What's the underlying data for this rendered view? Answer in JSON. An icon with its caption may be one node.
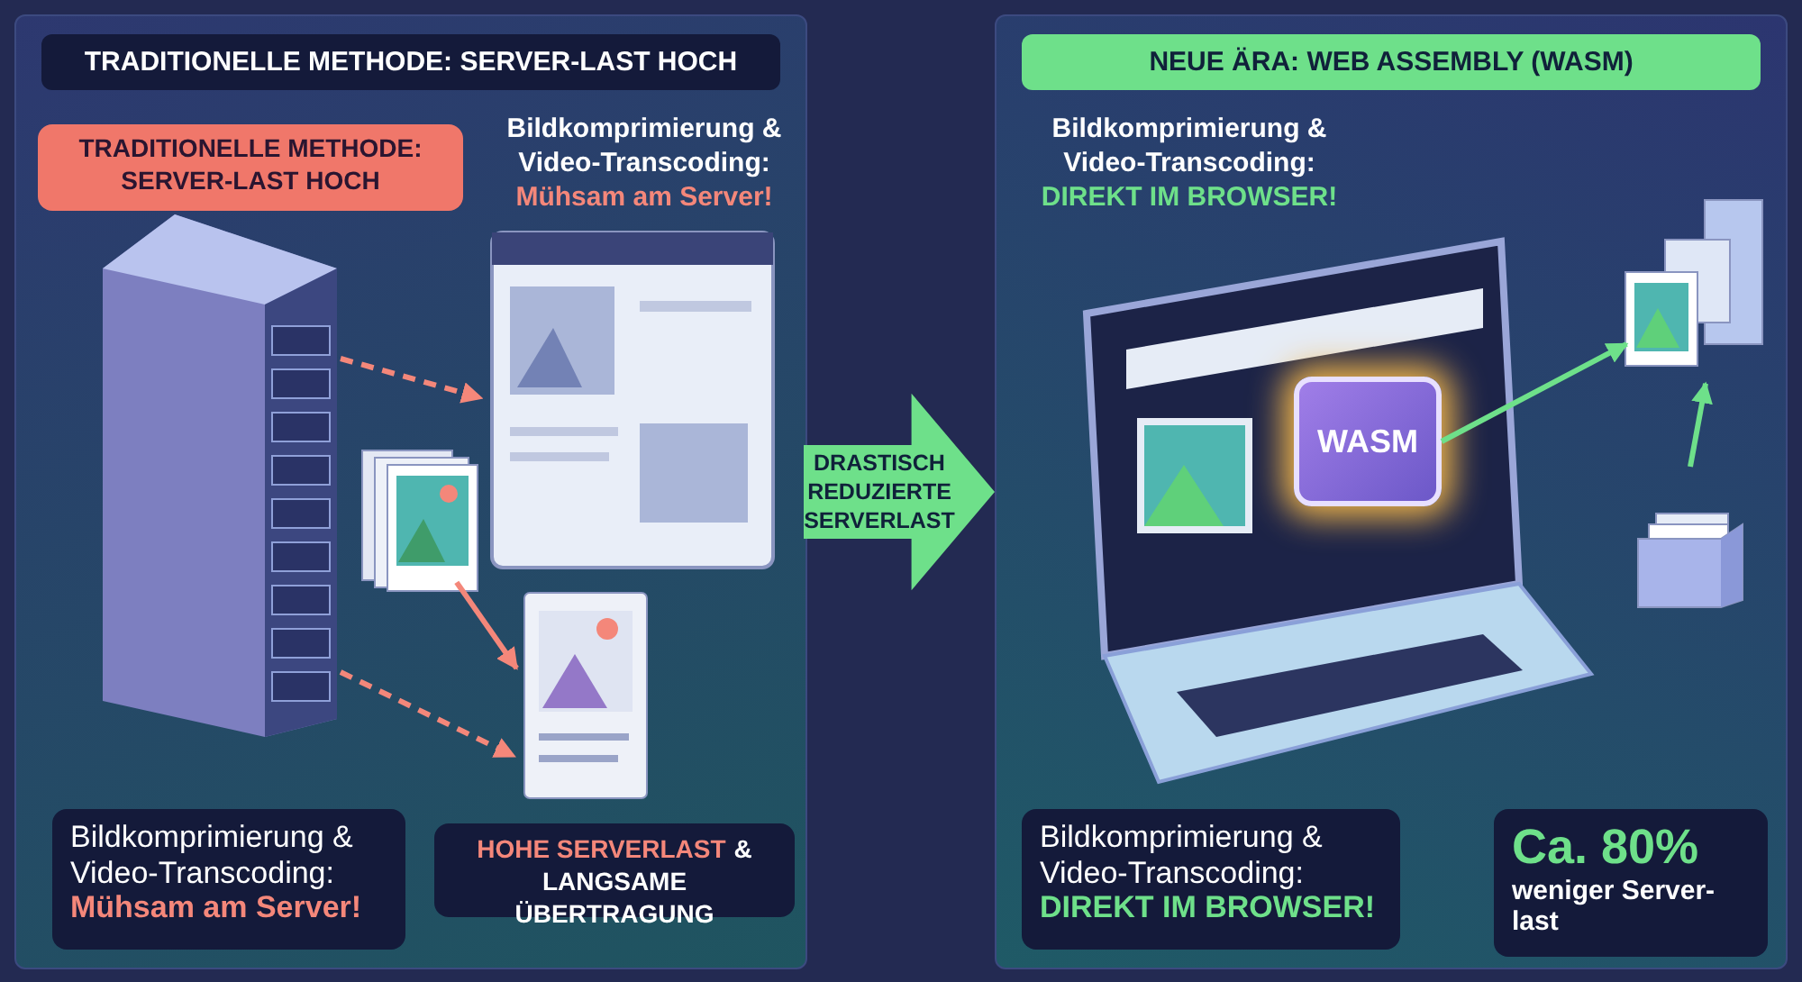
{
  "diagram": {
    "nodes": [
      {
        "text": [
          "TRADITIONELLE METHODE: SERVER-LAST HOCH"
        ]
      },
      {
        "text": [
          "TRADITIONELLE METHODE: SERVER-LAST HOCH"
        ],
        "in": 0
      },
      {
        "text": [],
        "shape": "picture",
        "in": 0
      },
      {
        "text": [],
        "shape": "picture",
        "in": 0
      },
      {
        "text": [],
        "shape": "picture",
        "in": 0
      },
      {
        "text": [],
        "shape": "picture",
        "in": 0
      },
      {
        "text": [
          "Bildkomprimierung & Video-Transcoding:",
          "Mühsam am Server!"
        ],
        "in": 0
      },
      {
        "text": [
          "HOHE SERVERLAST",
          "& LANGSAME ÜBERTRAGUNG"
        ],
        "in": 0
      },
      {
        "text": [
          "NEUE ÄRA: WEB ASSEMBLY (WASM)"
        ]
      },
      {
        "text": [],
        "shape": "picture",
        "in": 8
      },
      {
        "text": [
          "WASM"
        ],
        "in": 9
      },
      {
        "text": [],
        "shape": "picture",
        "in": 8
      },
      {
        "text": [],
        "shape": "picture",
        "in": 8
      },
      {
        "text": [
          "Bildkomprimierung & Video-Transcoding:",
          "DIREKT IM BROWSER!"
        ],
        "in": 8
      },
      {
        "text": [
          "Ca. 80%",
          "weniger Server- last"
        ],
        "in": 8
      }
    ],
    "edges": [
      {
        "from": 0,
        "to": 8,
        "arrow": "to",
        "label": "DRASTISCH REDUZIERTE SERVERLAST",
        "style": "thick",
        "color": "#6ee08a"
      },
      {
        "from": 2,
        "to": 3,
        "arrow": "to",
        "style": "dashed",
        "color": "#f4877a"
      },
      {
        "from": 4,
        "to": 5,
        "arrow": "to",
        "color": "#f4877a"
      },
      {
        "from": 2,
        "to": 5,
        "arrow": "to",
        "style": "dashed",
        "color": "#f4877a"
      },
      {
        "from": 10,
        "to": 11,
        "arrow": "to",
        "color": "#6ee08a"
      },
      {
        "from": 12,
        "to": 11,
        "arrow": "to",
        "color": "#6ee08a"
      }
    ],
    "labels": [
      "Bildkomprimierung & Video-Transcoding:",
      "Mühsam am Server!",
      "Bildkomprimierung & Video-Transcoding:",
      "DIREKT IM BROWSER!"
    ]
  }
}
